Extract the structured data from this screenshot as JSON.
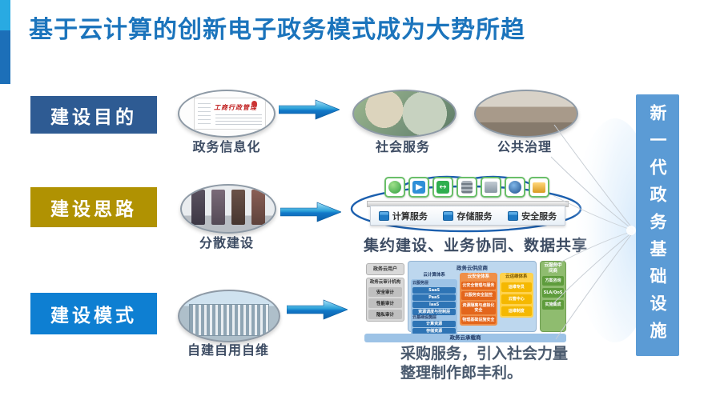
{
  "slide": {
    "title": "基于云计算的创新电子政务模式成为大势所趋"
  },
  "rows": [
    {
      "label": "建设目的",
      "source": {
        "caption": "政务信息化",
        "image_text": "工商行政管理"
      },
      "targets": [
        {
          "caption": "社会服务"
        },
        {
          "caption": "公共治理"
        }
      ]
    },
    {
      "label": "建设思路",
      "source": {
        "caption": "分散建设"
      },
      "cloud": {
        "icons": [
          "globe",
          "paper-plane",
          "sync-arrows",
          "database",
          "fax-machine",
          "network-globe",
          "folder"
        ],
        "services": [
          {
            "label": "计算服务"
          },
          {
            "label": "存储服务"
          },
          {
            "label": "安全服务"
          }
        ]
      },
      "caption": "集约建设、业务协同、数据共享"
    },
    {
      "label": "建设模式",
      "source": {
        "caption": "自建自用自维"
      },
      "diagram": {
        "user_col": {
          "user": "政务云用户",
          "audit_org": "政务云审计机构",
          "audit_items": [
            "安全审计",
            "性能审计",
            "隐私审计"
          ]
        },
        "provider_header": "政务云供应商",
        "compute_col": {
          "header": "云计算体系",
          "service_layer": "云服务层",
          "service_items": [
            "SaaS",
            "PaaS",
            "IaaS"
          ],
          "control_layer": "资源调度与控制层",
          "infra_layer": "云基础设施层",
          "infra_items": [
            "计算资源",
            "存储资源"
          ]
        },
        "security_col": {
          "header": "云安全体系",
          "items": [
            "云安全管理与服务",
            "云服务安全监控",
            "资源隔离与虚拟化安全",
            "物理基础设施安全"
          ]
        },
        "ops_col": {
          "header": "云运维体系",
          "items": [
            "运维专员",
            "云管中心",
            "运维制度"
          ]
        },
        "broker_col": {
          "header": "云服务中间商",
          "items": [
            "方案咨询",
            "SLA/QoS",
            "实施集成"
          ]
        },
        "carrier_bar": "政务云承载商"
      },
      "note": [
        "采购服务，引入社会力量",
        "整理制作郎丰利。"
      ]
    }
  ],
  "right_banner": {
    "text": "新一代政务基础设施"
  },
  "colors": {
    "title": "#1b74bc",
    "row1_box": "#2e5b93",
    "row2_box": "#b09202",
    "row3_box": "#0e7fd2",
    "banner": "#5b9bd5",
    "caption_text": "#3d4c63",
    "arrow_light": "#a8e4f8",
    "arrow_dark": "#0a5ea8",
    "cloud_outline": "#1b5fae"
  }
}
